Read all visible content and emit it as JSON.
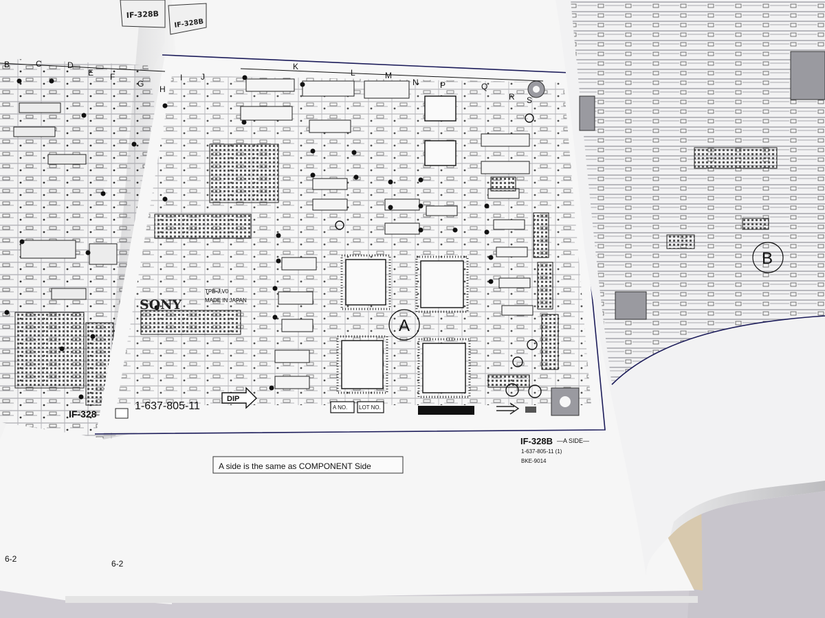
{
  "manual": {
    "tab_left": "IF-328B",
    "tab_right": "IF-328B",
    "page_left": "6-2",
    "page_center": "6-2"
  },
  "board": {
    "brand": "SONY",
    "part_number": "1-637-805-11",
    "dip_label": "DIP",
    "label_a_no": "A NO.",
    "label_lot_no": "LOT NO.",
    "corner_label": "IF-328",
    "made_in": "MADE IN JAPAN",
    "tpb": "TPB-J,V0",
    "circle_a": "A",
    "circle_b": "B",
    "column_letters": [
      "B",
      "C",
      "D",
      "E",
      "F",
      "G",
      "H",
      "I",
      "J",
      "K",
      "L",
      "M",
      "N",
      "P",
      "Q",
      "R",
      "S"
    ]
  },
  "caption": {
    "title": "IF-328B",
    "side": "—A SIDE—",
    "part": "1-637-805-11 (1)",
    "code": "BKE-9014",
    "note": "A side is the same as COMPONENT Side"
  },
  "colors": {
    "paper": "#f6f6f6",
    "trace": "#8d8d92",
    "ink": "#111111",
    "frame": "#1c1c5a"
  }
}
